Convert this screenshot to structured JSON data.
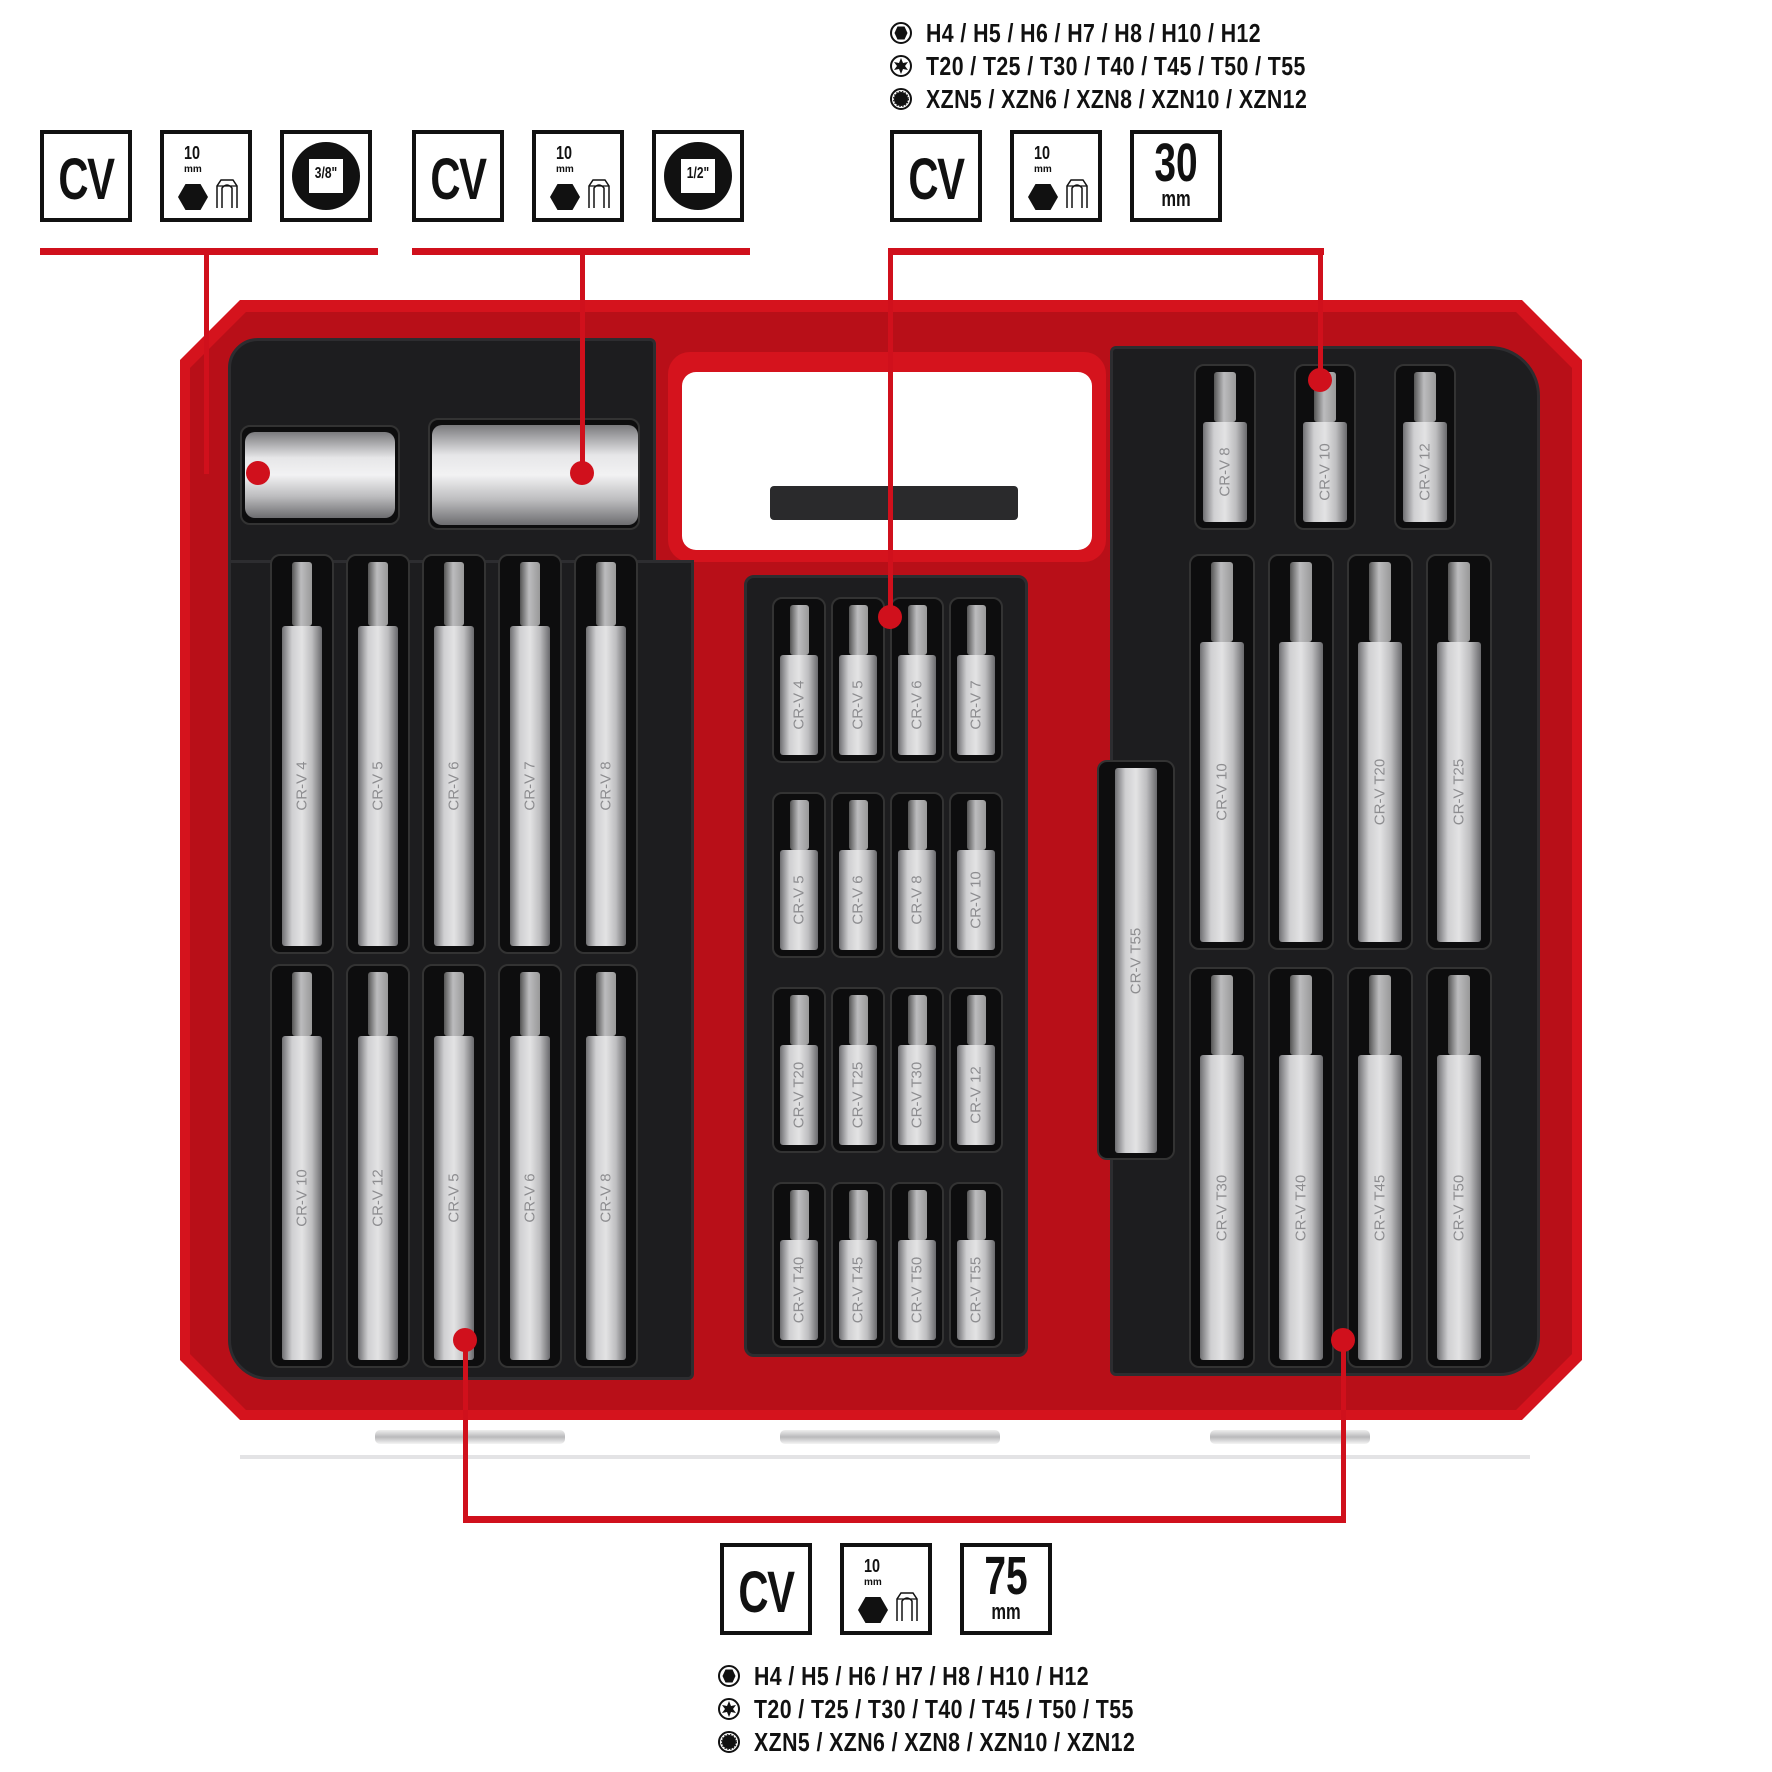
{
  "product": {
    "description": "Red tool case with black trays holding hex, Torx and XZN bits plus two socket adapters"
  },
  "colors": {
    "accent_red": "#d0101c",
    "case_red": "#d5131d",
    "tray_black": "#1d1d1f",
    "icon_black": "#111111"
  },
  "top_left_group_a": {
    "material_label": "CV",
    "hex_size": "10",
    "hex_unit": "mm",
    "drive_size": "3/8\""
  },
  "top_left_group_b": {
    "material_label": "CV",
    "hex_size": "10",
    "hex_unit": "mm",
    "drive_size": "1/2\""
  },
  "top_right_group": {
    "specs": [
      {
        "icon": "hex-profile-icon",
        "text": "H4 / H5 / H6 / H7 / H8 / H10 / H12"
      },
      {
        "icon": "torx-profile-icon",
        "text": "T20 / T25 / T30 / T40 / T45 / T50 / T55"
      },
      {
        "icon": "xzn-profile-icon",
        "text": "XZN5 / XZN6 / XZN8 / XZN10 / XZN12"
      }
    ],
    "material_label": "CV",
    "hex_size": "10",
    "hex_unit": "mm",
    "length_value": "30",
    "length_unit": "mm"
  },
  "bottom_group": {
    "material_label": "CV",
    "hex_size": "10",
    "hex_unit": "mm",
    "length_value": "75",
    "length_unit": "mm",
    "specs": [
      {
        "icon": "hex-profile-icon",
        "text": "H4 / H5 / H6 / H7 / H8 / H10 / H12"
      },
      {
        "icon": "torx-profile-icon",
        "text": "T20 / T25 / T30 / T40 / T45 / T50 / T55"
      },
      {
        "icon": "xzn-profile-icon",
        "text": "XZN5 / XZN6 / XZN8 / XZN10 / XZN12"
      }
    ]
  },
  "case": {
    "left_long_bits_row1": [
      "CR-V 4",
      "CR-V 5",
      "CR-V 6",
      "CR-V 7",
      "CR-V 8"
    ],
    "left_long_bits_row2": [
      "CR-V 10",
      "CR-V 12",
      "CR-V 5",
      "CR-V 6",
      "CR-V 8"
    ],
    "middle_short_bits_row1": [
      "CR-V 4",
      "CR-V 5",
      "CR-V 6",
      "CR-V 7"
    ],
    "middle_short_bits_row2": [
      "CR-V 5",
      "CR-V 6",
      "CR-V 8",
      "CR-V 10"
    ],
    "middle_short_bits_row3": [
      "CR-V T20",
      "CR-V T25",
      "CR-V T30",
      "CR-V 12"
    ],
    "middle_short_bits_row4": [
      "CR-V T40",
      "CR-V T45",
      "CR-V T50",
      "CR-V T55"
    ],
    "right_short_bits": [
      "CR-V 8",
      "CR-V 10",
      "CR-V 12"
    ],
    "right_single_bit": "CR-V T55",
    "right_long_bits_row1": [
      "CR-V 10",
      "",
      "CR-V T20",
      "CR-V T25"
    ],
    "right_long_bits_row2": [
      "CR-V T30",
      "CR-V T40",
      "CR-V T45",
      "CR-V T50"
    ]
  }
}
